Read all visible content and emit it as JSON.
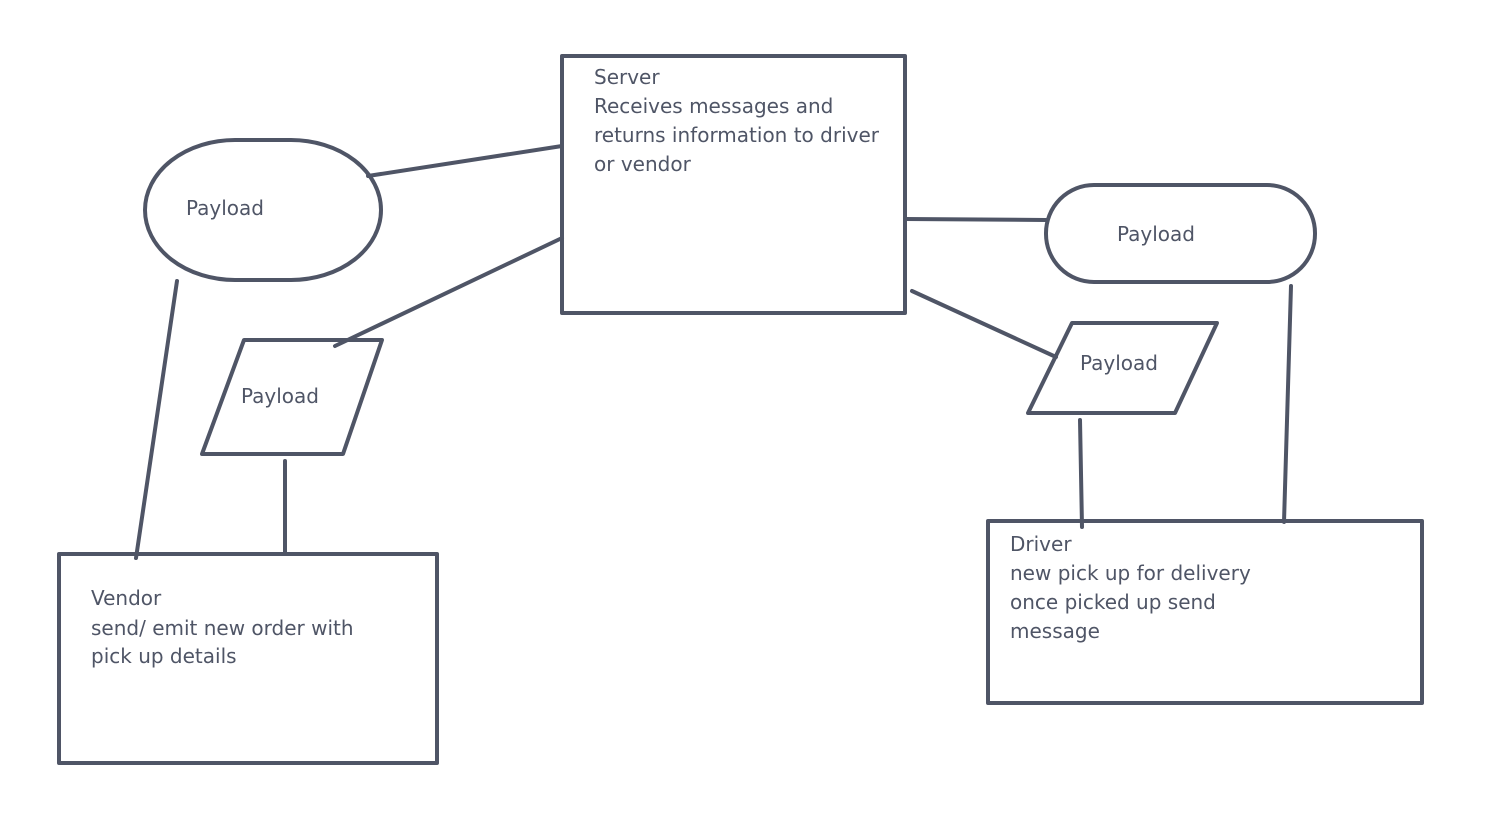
{
  "server": {
    "title": "Server",
    "lines": [
      "Receives messages and",
      "returns information to driver",
      "or vendor"
    ]
  },
  "vendor": {
    "title": "Vendor",
    "lines": [
      "send/ emit new order with",
      "pick up details"
    ]
  },
  "driver": {
    "title": "Driver",
    "lines": [
      "new pick up for delivery",
      "once picked up send",
      "message"
    ]
  },
  "payloads": {
    "vendor_terminator": "Payload",
    "vendor_data": "Payload",
    "driver_terminator": "Payload",
    "driver_data": "Payload"
  },
  "colors": {
    "stroke": "#4f5566",
    "text": "#4f5566",
    "background": "#ffffff"
  }
}
